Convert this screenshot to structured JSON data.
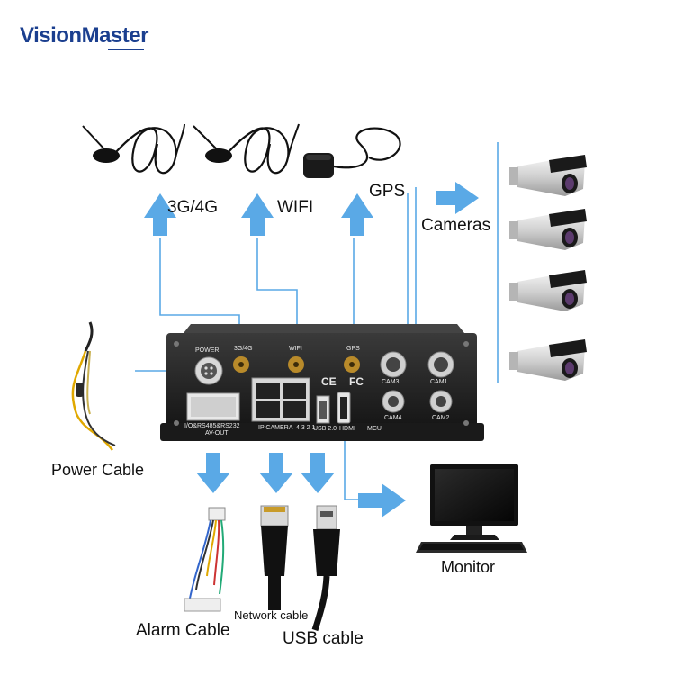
{
  "brand": {
    "logo_text": "VisionMaster",
    "accent_color": "#1b3f8f"
  },
  "arrow_color": "#5aa9e6",
  "top_labels": {
    "antenna_3g4g": "3G/4G",
    "wifi": "WIFI",
    "gps": "GPS",
    "cameras": "Cameras"
  },
  "device": {
    "port_labels": {
      "power": "POWER",
      "g34": "3G/4G",
      "wifi": "WIFI",
      "gps": "GPS",
      "cam1": "CAM1",
      "cam2": "CAM2",
      "cam3": "CAM3",
      "cam4": "CAM4",
      "io": "I/O&RS485&RS232",
      "avout": "AV-OUT",
      "ipcam": "IP CAMERA",
      "usb": "USB 2.0",
      "hdmi": "HDMI",
      "mcu": "MCU",
      "ports_grid": "4 3 2 1"
    }
  },
  "bottom_labels": {
    "power_cable": "Power Cable",
    "alarm_cable": "Alarm Cable",
    "network_cable": "Network cable",
    "usb_cable": "USB cable",
    "monitor": "Monitor"
  }
}
